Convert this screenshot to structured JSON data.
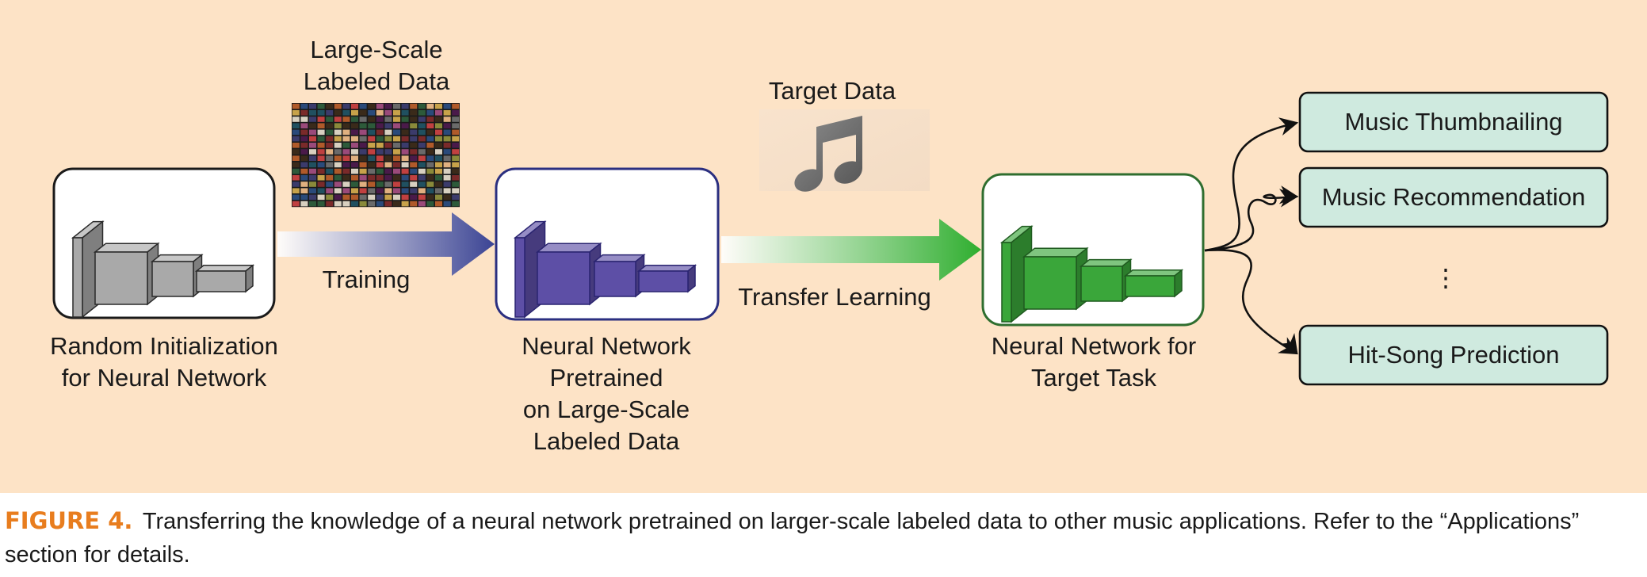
{
  "diagram": {
    "background_color": "#fde3c6",
    "labels": {
      "large_scale_data": [
        "Large-Scale",
        "Labeled Data"
      ],
      "target_data": "Target Data",
      "training": "Training",
      "transfer_learning": "Transfer Learning",
      "random_init": [
        "Random Initialization",
        "for Neural Network"
      ],
      "pretrained": [
        "Neural Network",
        "Pretrained",
        "on Large-Scale",
        "Labeled Data"
      ],
      "target_task": [
        "Neural Network for",
        "Target Task"
      ]
    },
    "applications": [
      "Music Thumbnailing",
      "Music Recommendation",
      "Hit-Song Prediction"
    ],
    "ellipsis": "⋮",
    "colors": {
      "gray": "#a9a9a9",
      "blue": "#5d4fa6",
      "green": "#3aa63a",
      "app_box_fill": "#cfeadf",
      "blue_arrow": "#3f4a9a",
      "green_arrow": "#39b13a"
    },
    "icons": [
      "neural-network-icon",
      "album-collage-image",
      "music-note-icon"
    ]
  },
  "caption": {
    "label": "FIGURE 4.",
    "line1": "Transferring the knowledge of a neural network pretrained on larger-scale labeled data to other music applications. Refer to the “Applications”",
    "line2": "section for details."
  }
}
